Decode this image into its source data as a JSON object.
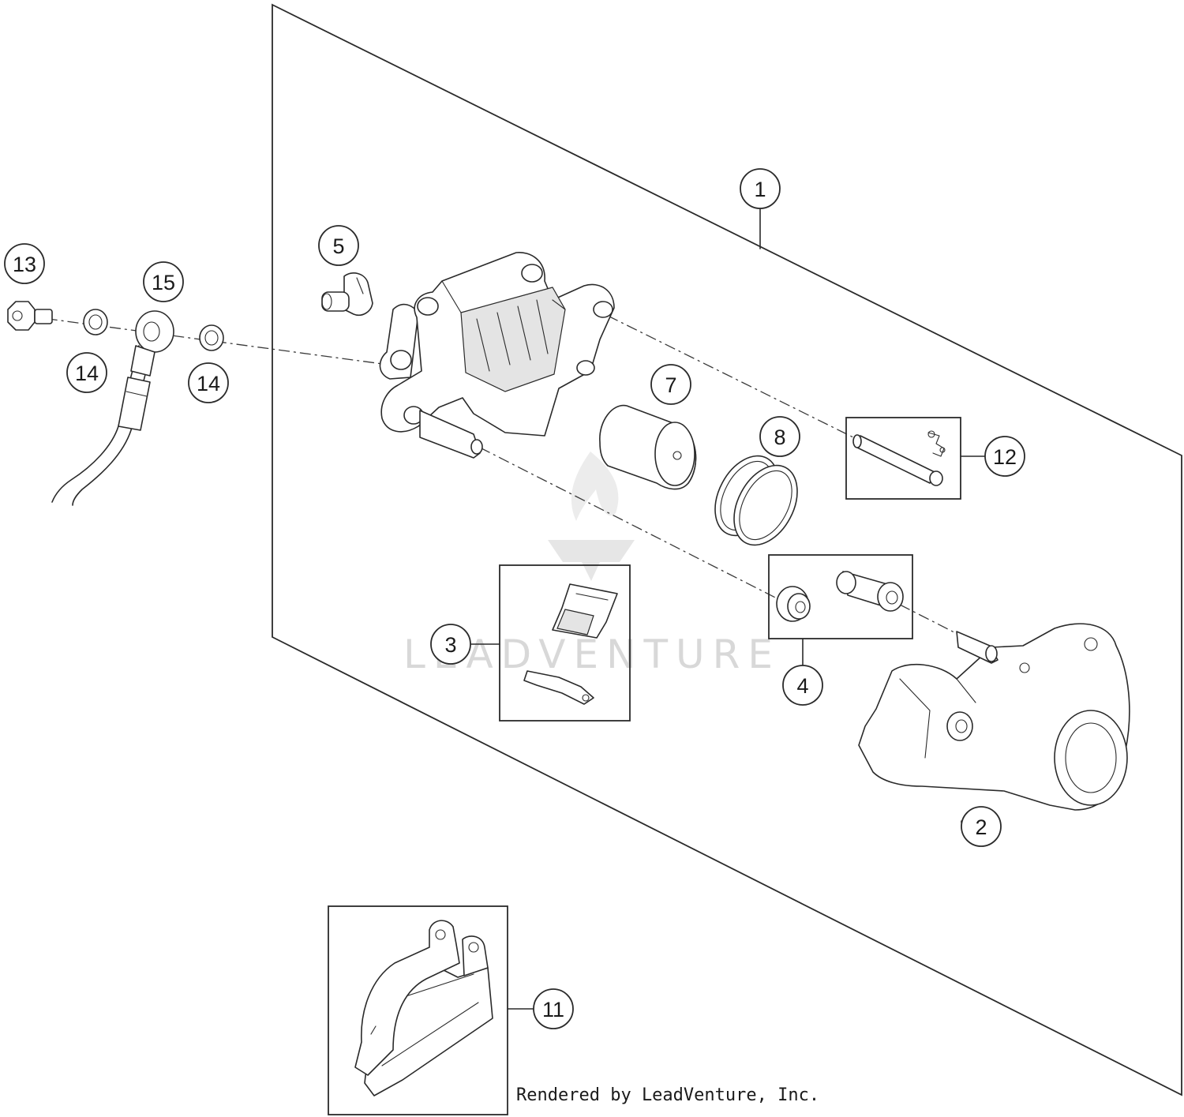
{
  "callouts": [
    {
      "id": "1",
      "label": "1"
    },
    {
      "id": "2",
      "label": "2"
    },
    {
      "id": "3",
      "label": "3"
    },
    {
      "id": "4",
      "label": "4"
    },
    {
      "id": "5",
      "label": "5"
    },
    {
      "id": "7",
      "label": "7"
    },
    {
      "id": "8",
      "label": "8"
    },
    {
      "id": "11",
      "label": "11"
    },
    {
      "id": "12",
      "label": "12"
    },
    {
      "id": "13",
      "label": "13"
    },
    {
      "id": "14a",
      "label": "14"
    },
    {
      "id": "14b",
      "label": "14"
    },
    {
      "id": "15",
      "label": "15"
    }
  ],
  "watermark": {
    "text": "LEADVENTURE"
  },
  "credit": {
    "text": "Rendered by LeadVenture, Inc."
  },
  "colors": {
    "line": "#2a2a2a",
    "watermark": "#d8d8d8",
    "background": "#ffffff"
  }
}
